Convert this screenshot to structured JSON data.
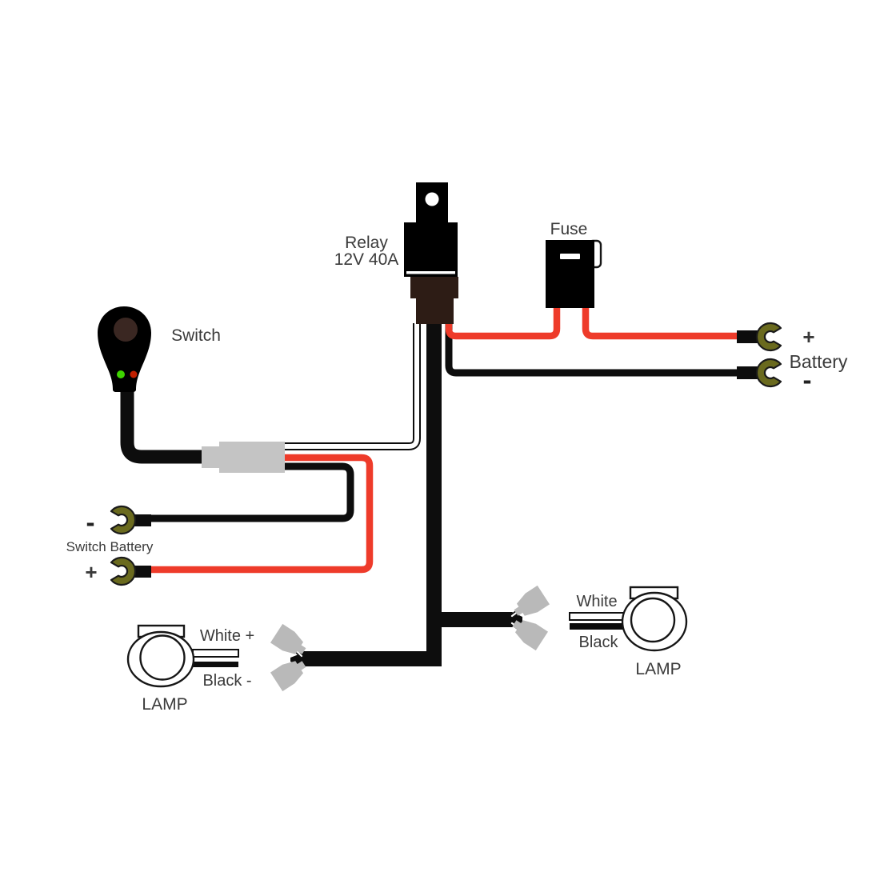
{
  "diagram": {
    "type": "lamp-wiring-harness-diagram",
    "labels": {
      "relay_line1": "Relay",
      "relay_line2": "12V 40A",
      "fuse": "Fuse",
      "switch": "Switch",
      "battery": "Battery",
      "battery_plus": "+",
      "battery_minus": "-",
      "switch_battery": "Switch Battery",
      "switch_battery_plus": "+",
      "switch_battery_minus": "-",
      "lamp_left": "LAMP",
      "lamp_left_white_wire": "White +",
      "lamp_left_black_wire": "Black -",
      "lamp_right": "LAMP",
      "lamp_right_white_wire": "White",
      "lamp_right_black_wire": "Black"
    },
    "colors": {
      "wire_red": "#ee3b2a",
      "wire_black": "#0d0d0d",
      "wire_white": "#ffffff",
      "terminal_olive": "#6a6a1e",
      "connector_gray": "#c4c4c4",
      "spade_gray": "#b9b9b9",
      "component_black": "#000000",
      "relay_socket_brown": "#2d1c15",
      "switch_button_brown": "#3a2722",
      "led_green": "#3ed400",
      "led_red": "#c22000",
      "label_gray": "#3a3a3a"
    }
  }
}
